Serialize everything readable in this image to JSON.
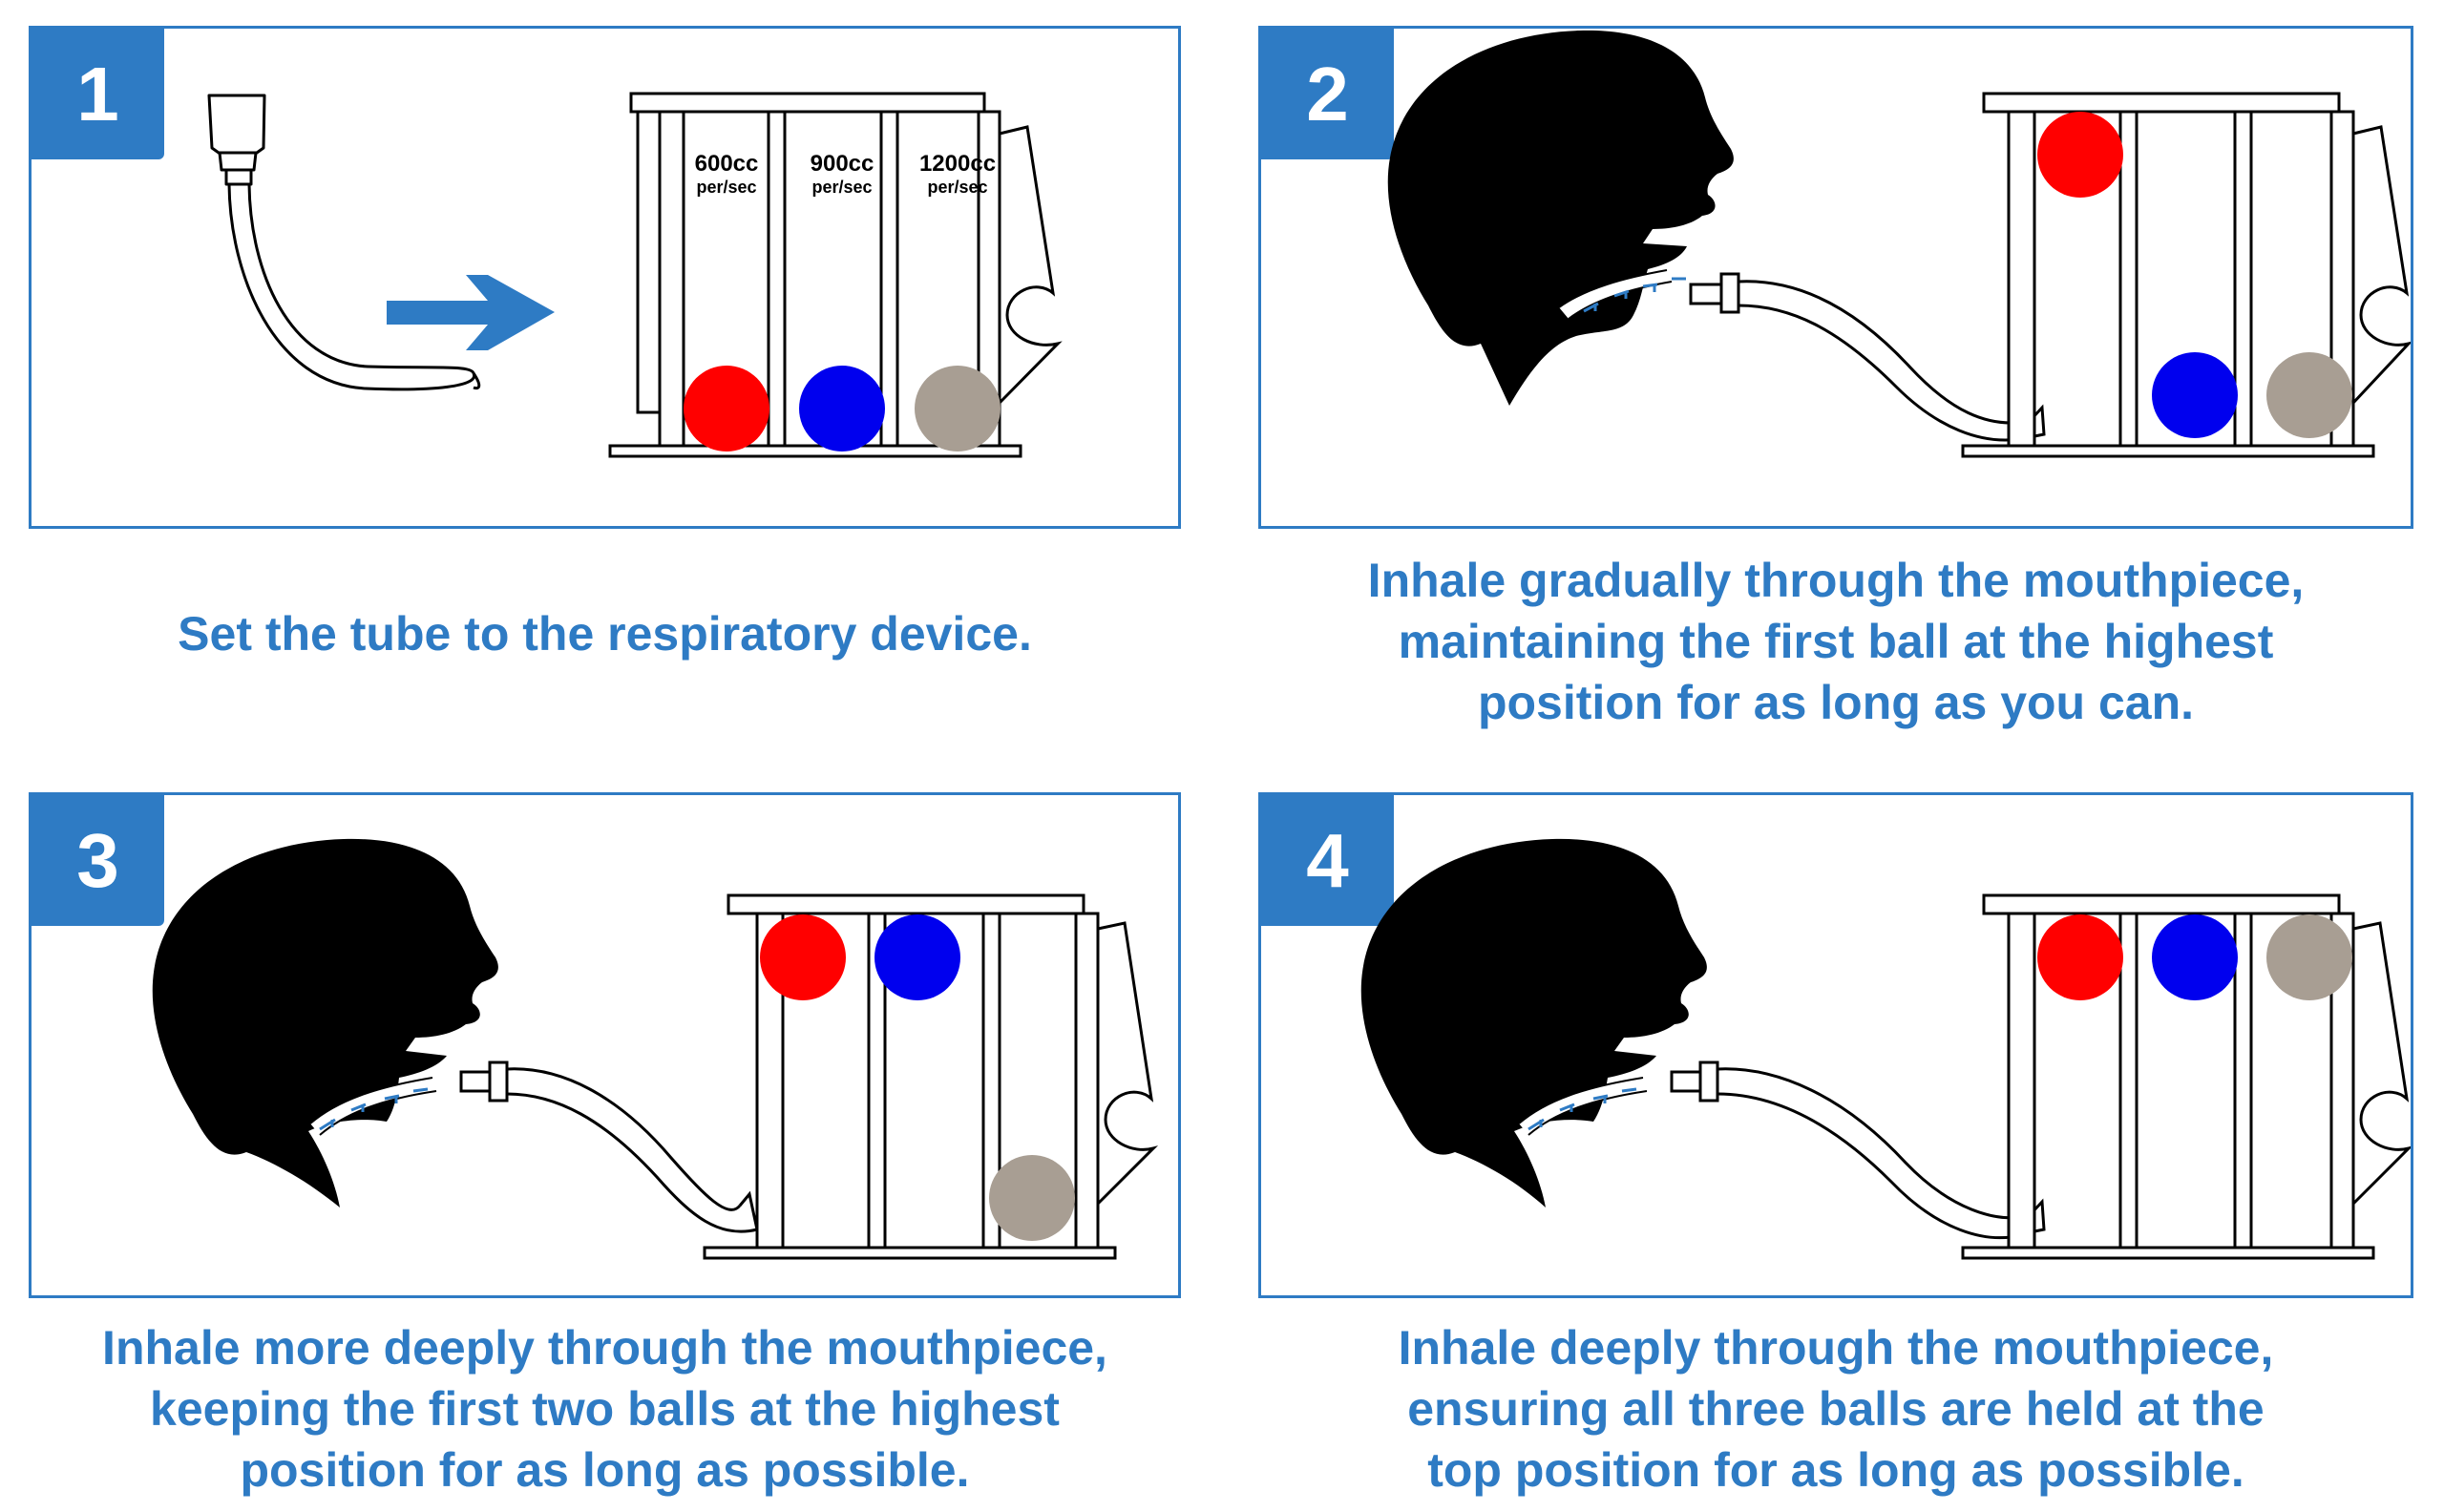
{
  "colors": {
    "accent": "#2e7bc4",
    "ball_1": "#ff0000",
    "ball_2": "#0000ee",
    "ball_3": "#a89e93",
    "silhouette": "#000000"
  },
  "steps": [
    {
      "number": "1",
      "caption": "Set the tube to the respiratory device.",
      "device_labels": [
        {
          "rate": "600cc",
          "unit": "per/sec"
        },
        {
          "rate": "900cc",
          "unit": "per/sec"
        },
        {
          "rate": "1200cc",
          "unit": "per/sec"
        }
      ],
      "balls_raised": [
        false,
        false,
        false
      ]
    },
    {
      "number": "2",
      "caption_lines": [
        "Inhale gradually through the mouthpiece,",
        "maintaining the first ball at the highest",
        "position for as long as you can."
      ],
      "balls_raised": [
        true,
        false,
        false
      ]
    },
    {
      "number": "3",
      "caption_lines": [
        "Inhale more deeply through the mouthpiece,",
        "keeping the first two balls at the highest",
        "position for as long as possible."
      ],
      "balls_raised": [
        true,
        true,
        false
      ]
    },
    {
      "number": "4",
      "caption_lines": [
        "Inhale deeply through the mouthpiece,",
        "ensuring all three balls are held at the",
        "top position for as long as possible."
      ],
      "balls_raised": [
        true,
        true,
        true
      ]
    }
  ]
}
